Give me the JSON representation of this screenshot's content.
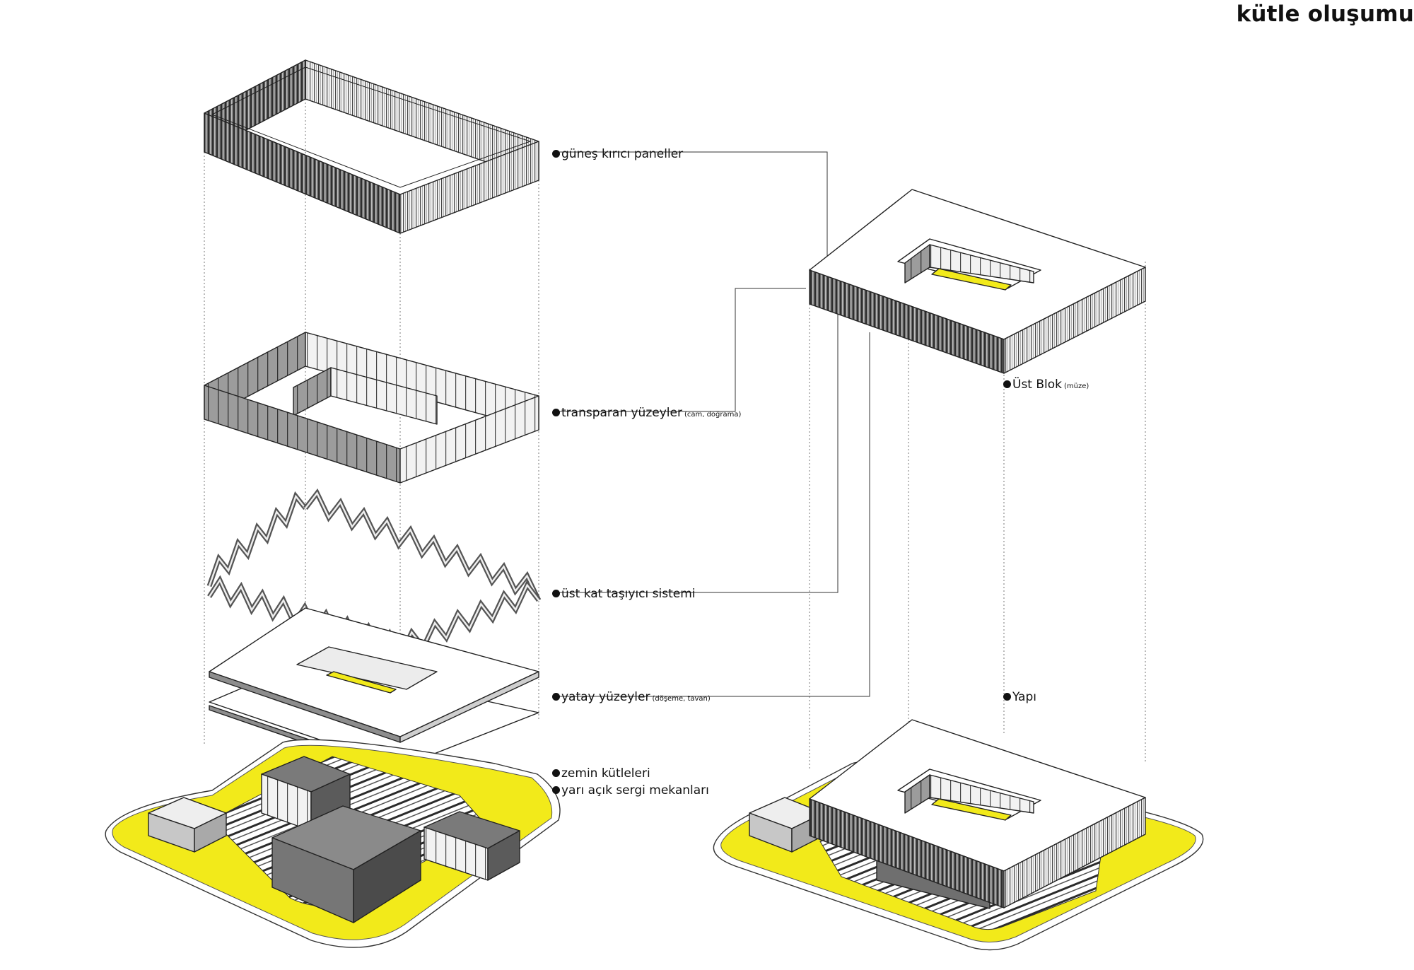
{
  "title": "kütle oluşumu",
  "colors": {
    "accent": "#f2ea1a",
    "line": "#222222",
    "dark": "#5b5b5b",
    "mid": "#8d8d8d",
    "light": "#d9d9d9"
  },
  "labels": {
    "gunes": {
      "main": "güneş kırıcı paneller",
      "sub": ""
    },
    "transparan": {
      "main": "transparan yüzeyler",
      "sub": "(cam, doğrama)"
    },
    "tasiyici": {
      "main": "üst kat taşıyıcı sistemi",
      "sub": ""
    },
    "yatay": {
      "main": "yatay yüzeyler",
      "sub": "(döşeme, tavan)"
    },
    "zemin": {
      "main": "zemin kütleleri",
      "sub": ""
    },
    "yari": {
      "main": "yarı açık sergi mekanları",
      "sub": ""
    },
    "ustblok": {
      "main": "Üst Blok",
      "sub": "(müze)"
    },
    "yapi": {
      "main": "Yapı",
      "sub": ""
    }
  }
}
